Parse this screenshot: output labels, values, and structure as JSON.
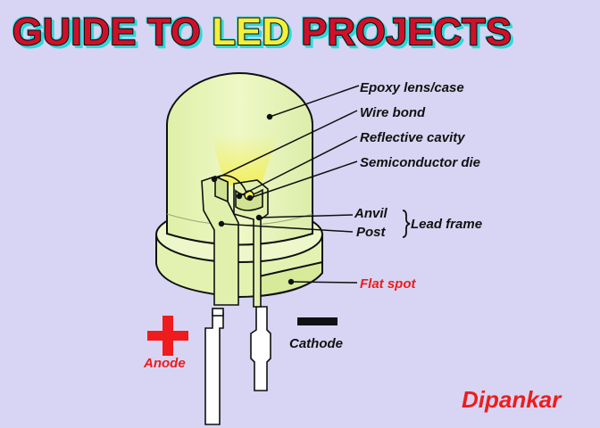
{
  "title": {
    "parts": [
      {
        "text": "GUIDE TO ",
        "color": "#d0102a"
      },
      {
        "text": "LED",
        "color": "#f2f03a"
      },
      {
        "text": " PROJECTS",
        "color": "#d0102a"
      }
    ],
    "outline_color": "#0a0a0a",
    "glow_color": "#2fd8d8"
  },
  "callouts": {
    "epoxy": "Epoxy lens/case",
    "wire_bond": "Wire bond",
    "reflective_cavity": "Reflective cavity",
    "semiconductor_die": "Semiconductor die",
    "anvil": "Anvil",
    "post": "Post",
    "lead_frame": "Lead frame",
    "flat_spot": "Flat spot"
  },
  "polarity": {
    "anode_label": "Anode",
    "cathode_label": "Cathode",
    "plus_color": "#ee1c1c",
    "minus_color": "#111111"
  },
  "author": "Dipankar",
  "colors": {
    "background": "#d7d5f3",
    "lens_fill": "#e7f3b7",
    "lens_stroke": "#101010",
    "glow": "#f3f06a",
    "label_black": "#111111",
    "label_red": "#ee1c1c"
  }
}
